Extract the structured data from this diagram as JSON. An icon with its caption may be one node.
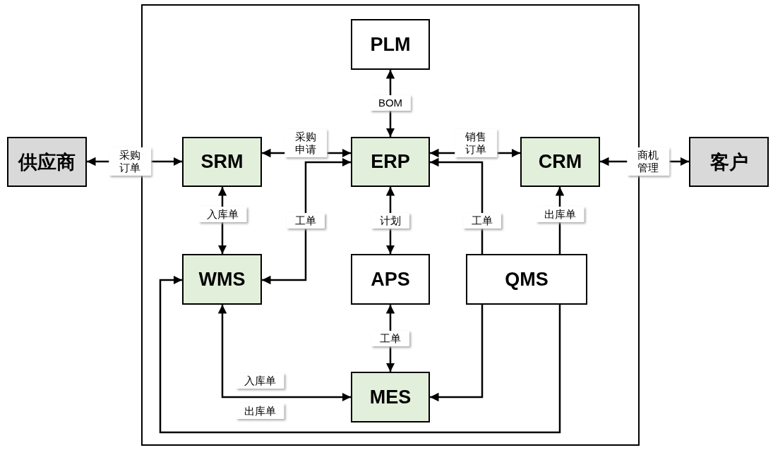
{
  "diagram": {
    "nodes": [
      {
        "text": [],
        "shape": "box"
      },
      {
        "text": [
          "供应商"
        ]
      },
      {
        "text": [
          "SRM"
        ],
        "in": 0
      },
      {
        "text": [
          "PLM"
        ],
        "in": 0
      },
      {
        "text": [
          "ERP"
        ],
        "in": 0
      },
      {
        "text": [
          "CRM"
        ],
        "in": 0
      },
      {
        "text": [
          "客户"
        ]
      },
      {
        "text": [
          "WMS"
        ],
        "in": 0
      },
      {
        "text": [
          "APS"
        ],
        "in": 0
      },
      {
        "text": [
          "QMS"
        ],
        "in": 0
      },
      {
        "text": [
          "MES"
        ],
        "in": 0
      }
    ],
    "edges": [
      {
        "from": 1,
        "to": 2,
        "arrow": "both",
        "label": "采购订单"
      },
      {
        "from": 2,
        "to": 4,
        "arrow": "both",
        "label": "采购申请"
      },
      {
        "from": 4,
        "to": 3,
        "arrow": "both",
        "label": "BOM"
      },
      {
        "from": 4,
        "to": 5,
        "arrow": "both",
        "label": "销售订单"
      },
      {
        "from": 5,
        "to": 6,
        "arrow": "both",
        "label": "商机管理"
      },
      {
        "from": 2,
        "to": 7,
        "arrow": "both",
        "label": "入库单"
      },
      {
        "from": 7,
        "to": 4,
        "arrow": "both",
        "label": "工单"
      },
      {
        "from": 4,
        "to": 8,
        "arrow": "both",
        "label": "计划"
      },
      {
        "from": 9,
        "to": 4,
        "arrow": "to",
        "label": "工单"
      },
      {
        "from": 9,
        "to": 5,
        "arrow": "to",
        "label": "出库单"
      },
      {
        "from": 8,
        "to": 10,
        "arrow": "both",
        "label": "工单"
      },
      {
        "from": 7,
        "to": 10,
        "arrow": "both",
        "label": "入库单"
      },
      {
        "from": 9,
        "to": 10,
        "arrow": "to"
      },
      {
        "from": 9,
        "to": 7,
        "arrow": "to",
        "label": "出库单"
      }
    ]
  }
}
